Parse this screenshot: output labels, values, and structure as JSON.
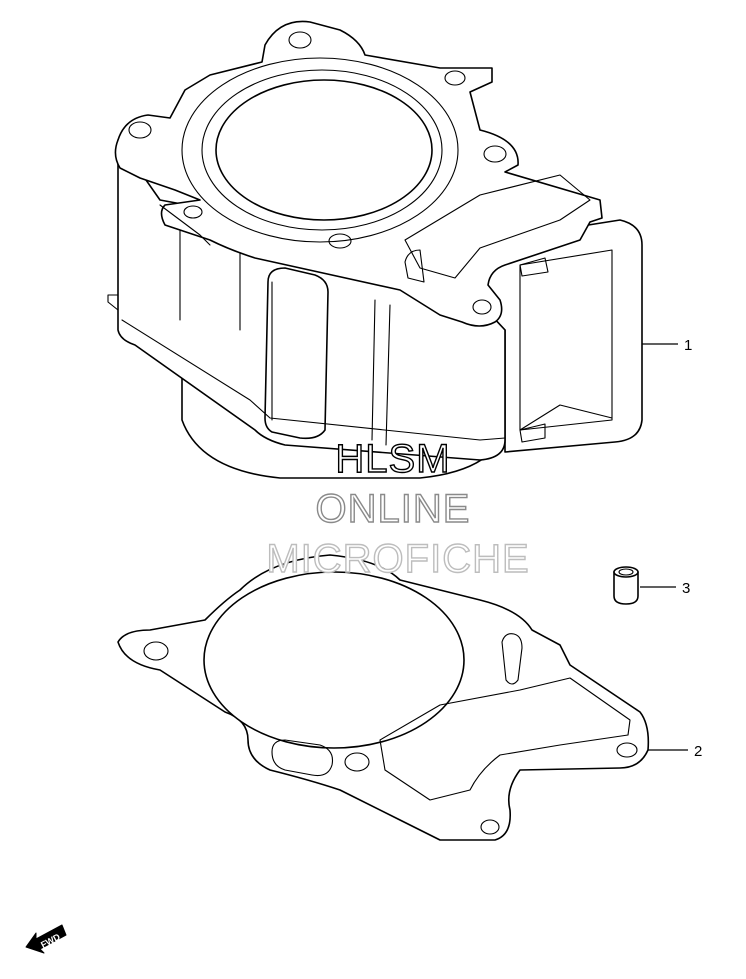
{
  "watermark": {
    "line1": "HLSM",
    "line2": "ONLINE",
    "line3": "MICROFICHE"
  },
  "callouts": [
    {
      "number": "1",
      "part": "cylinder"
    },
    {
      "number": "2",
      "part": "cylinder-gasket"
    },
    {
      "number": "3",
      "part": "dowel-pin"
    }
  ],
  "fwd_badge": {
    "label": "FWD",
    "icon": "forward-arrow-icon"
  },
  "colors": {
    "line": "#000000",
    "background": "#ffffff",
    "watermark_dark": "#000000",
    "watermark_mid": "#8a8a8a",
    "watermark_light": "#bdbdbd"
  }
}
